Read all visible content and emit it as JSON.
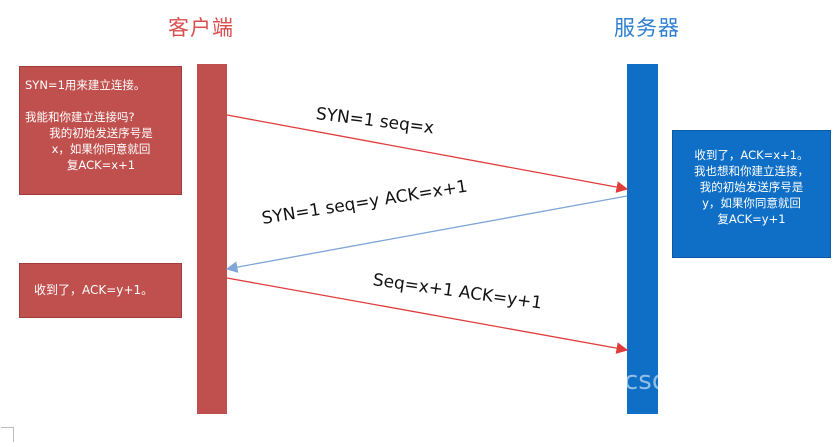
{
  "client": {
    "title": "客户端"
  },
  "server": {
    "title": "服务器"
  },
  "notes": {
    "client_1": [
      "SYN=1用来建立连接。",
      "",
      "我能和你建立连接吗?",
      "我的初始发送序号是",
      "x，如果你同意就回",
      "复ACK=x+1"
    ],
    "client_2": "收到了，ACK=y+1。",
    "server": [
      "收到了，ACK=x+1。",
      "我也想和你建立连接，",
      "我的初始发送序号是",
      "y，如果你同意就回",
      "复ACK=y+1"
    ]
  },
  "messages": [
    {
      "label": "SYN=1   seq=x",
      "from": "client",
      "to": "server",
      "color": "#e03c3c"
    },
    {
      "label": "SYN=1   seq=y  ACK=x+1",
      "from": "server",
      "to": "client",
      "color": "#7fa6d6"
    },
    {
      "label": "Seq=x+1  ACK=y+1",
      "from": "client",
      "to": "server",
      "color": "#e03c3c"
    }
  ],
  "watermark": "csdn",
  "colors": {
    "client": "#c0504d",
    "server": "#0f6fc6",
    "client_title": "#d94f4f",
    "server_title": "#2f7fd1"
  }
}
